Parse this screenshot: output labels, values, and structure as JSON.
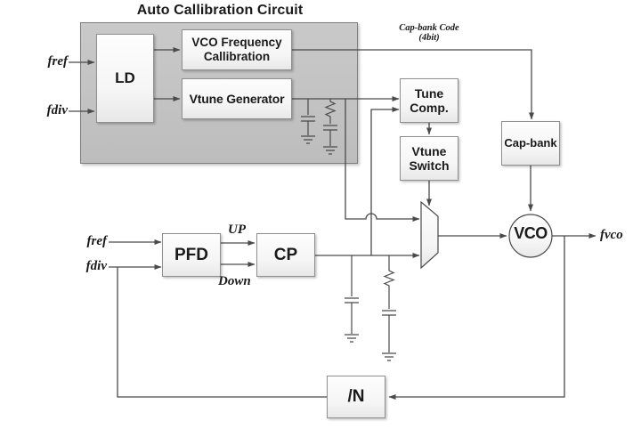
{
  "title": "Auto Callibration Circuit",
  "colors": {
    "line": "#4a4a4a",
    "panel": "#c9c9c9",
    "panel2": "#bdbdbd",
    "panel-border": "#7d7d7d",
    "box-border": "#8f8f8f",
    "text": "#1a1a1a"
  },
  "blocks": {
    "ld": {
      "label": "LD"
    },
    "vco_freq_cal": {
      "line1": "VCO Frequency",
      "line2": "Callibration"
    },
    "vtune_gen": {
      "label": "Vtune Generator"
    },
    "tune_comp": {
      "line1": "Tune",
      "line2": "Comp."
    },
    "vtune_switch": {
      "line1": "Vtune",
      "line2": "Switch"
    },
    "cap_bank": {
      "label": "Cap-bank"
    },
    "pfd": {
      "label": "PFD"
    },
    "cp": {
      "label": "CP"
    },
    "vco": {
      "label": "VCO"
    },
    "divider": {
      "label": "/N"
    }
  },
  "signals": {
    "fref_top": "fref",
    "fdiv_top": "fdiv",
    "fref_pll": "fref",
    "fdiv_pll": "fdiv",
    "up": "UP",
    "down": "Down",
    "fvco": "fvco",
    "capbank_code_line1": "Cap-bank Code",
    "capbank_code_line2": "(4bit)"
  }
}
